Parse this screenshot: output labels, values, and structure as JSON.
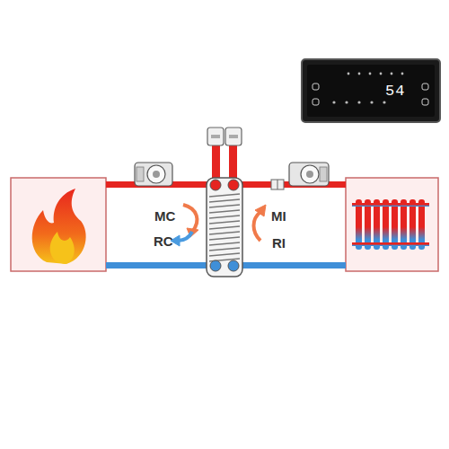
{
  "diagram": {
    "labels": [
      "54",
      "MC",
      "RC",
      "MI",
      "RI"
    ]
  }
}
